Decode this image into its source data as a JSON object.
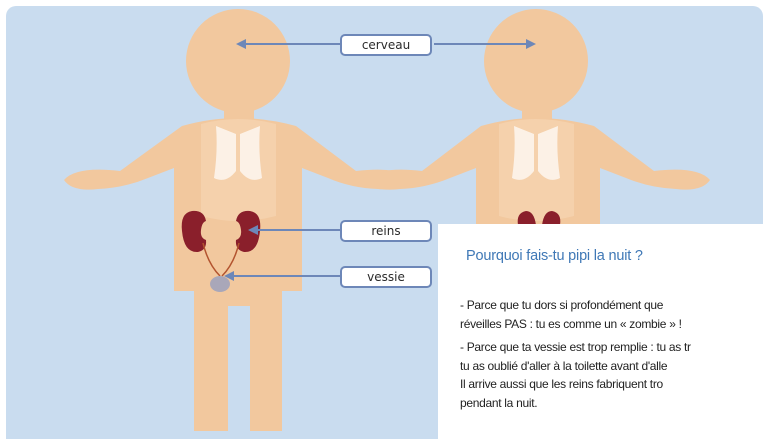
{
  "labels": {
    "cerveau": "cerveau",
    "reins": "reins",
    "vessie": "vessie"
  },
  "info": {
    "title": "Pourquoi fais-tu pipi la nuit ?",
    "paragraphs": [
      [
        "- Parce que tu dors si profondément que",
        "réveilles PAS : tu es comme un « zombie » !"
      ],
      [
        "- Parce que ta vessie est trop remplie : tu as tr",
        "tu as oublié d'aller à la toilette avant d'alle",
        "Il arrive aussi que les reins fabriquent tro",
        "pendant la nuit."
      ]
    ]
  },
  "colors": {
    "panel": "#c9dcef",
    "skin": "#f2c89e",
    "kidney": "#8a1f2b",
    "arrow": "#6d87b8",
    "title": "#3f78b6"
  }
}
